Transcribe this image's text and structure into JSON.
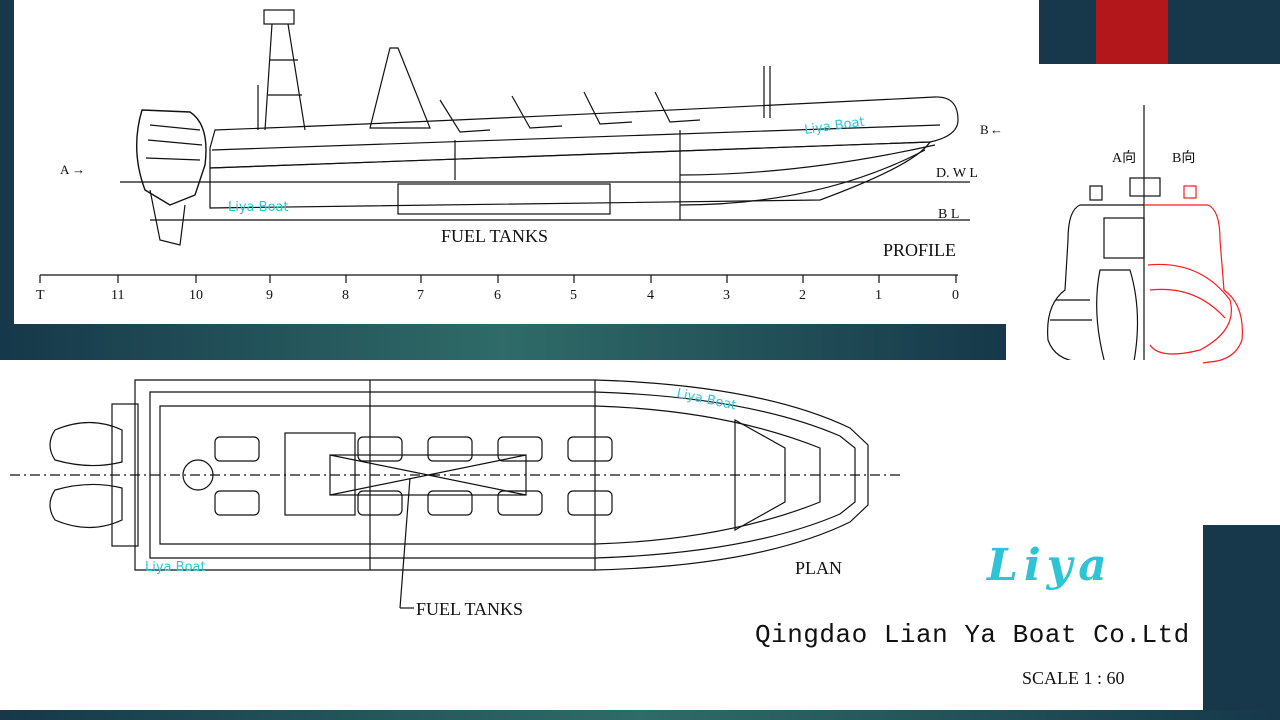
{
  "slide": {
    "colors": {
      "teal_dark": "#16384a",
      "teal_mid": "#2f6b68",
      "red_accent": "#b3161b",
      "line": "#111111",
      "starboard_red": "#ff1a1a",
      "watermark_cyan": "#2ec4d6"
    }
  },
  "profile": {
    "title": "PROFILE",
    "fuel_tanks_label": "FUEL TANKS",
    "dwl_label": "D. W L",
    "bl_label": "B L",
    "arrow_a_label": "A",
    "arrow_b_label": "B",
    "station_labels": [
      "T",
      "11",
      "10",
      "9",
      "8",
      "7",
      "6",
      "5",
      "4",
      "3",
      "2",
      "1",
      "0"
    ],
    "watermark": "Liya Boat"
  },
  "plan": {
    "title": "PLAN",
    "fuel_tanks_label": "FUEL TANKS",
    "watermark": "Liya Boat"
  },
  "rear_view": {
    "label_a": "A向",
    "label_b": "B向"
  },
  "brand": {
    "logo_text": "Liya",
    "company": "Qingdao Lian Ya Boat Co.Ltd",
    "scale": "SCALE 1 : 60"
  }
}
